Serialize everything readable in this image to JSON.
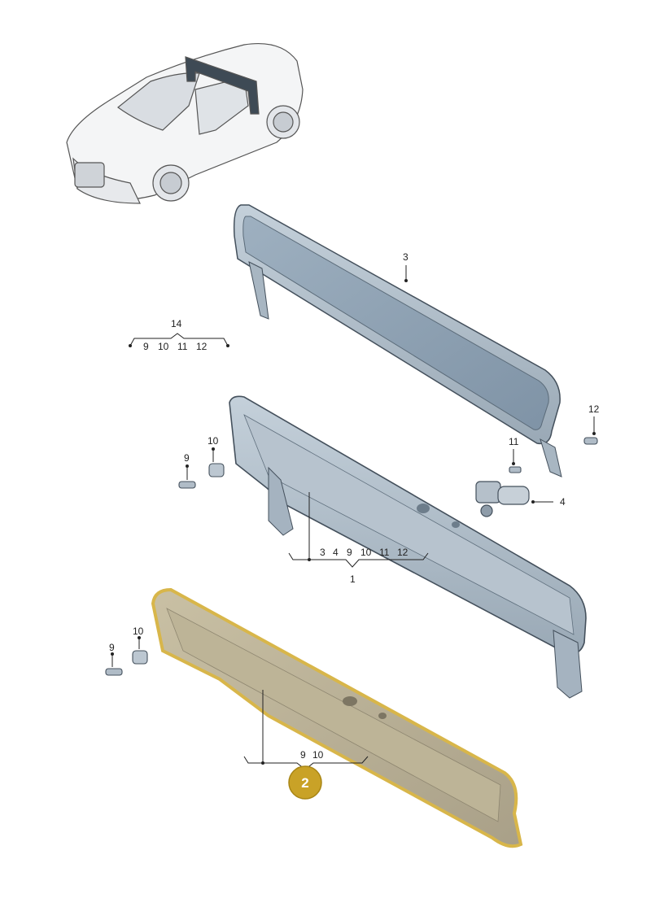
{
  "diagram": {
    "labels": {
      "part_3": "3",
      "group_14": "14",
      "group_14_items": [
        "9",
        "10",
        "11",
        "12"
      ],
      "screw_12_right": "12",
      "screw_11": "11",
      "motor_4": "4",
      "upper_9": "9",
      "upper_10": "10",
      "group_1_items": [
        "3",
        "4",
        "9",
        "10",
        "11",
        "12"
      ],
      "group_1": "1",
      "lower_10": "10",
      "lower_9": "9",
      "group_2_items": [
        "9",
        "10"
      ]
    },
    "badge": {
      "text": "2",
      "color": "#c9a227",
      "highlight_color": "#d8b64a"
    }
  }
}
